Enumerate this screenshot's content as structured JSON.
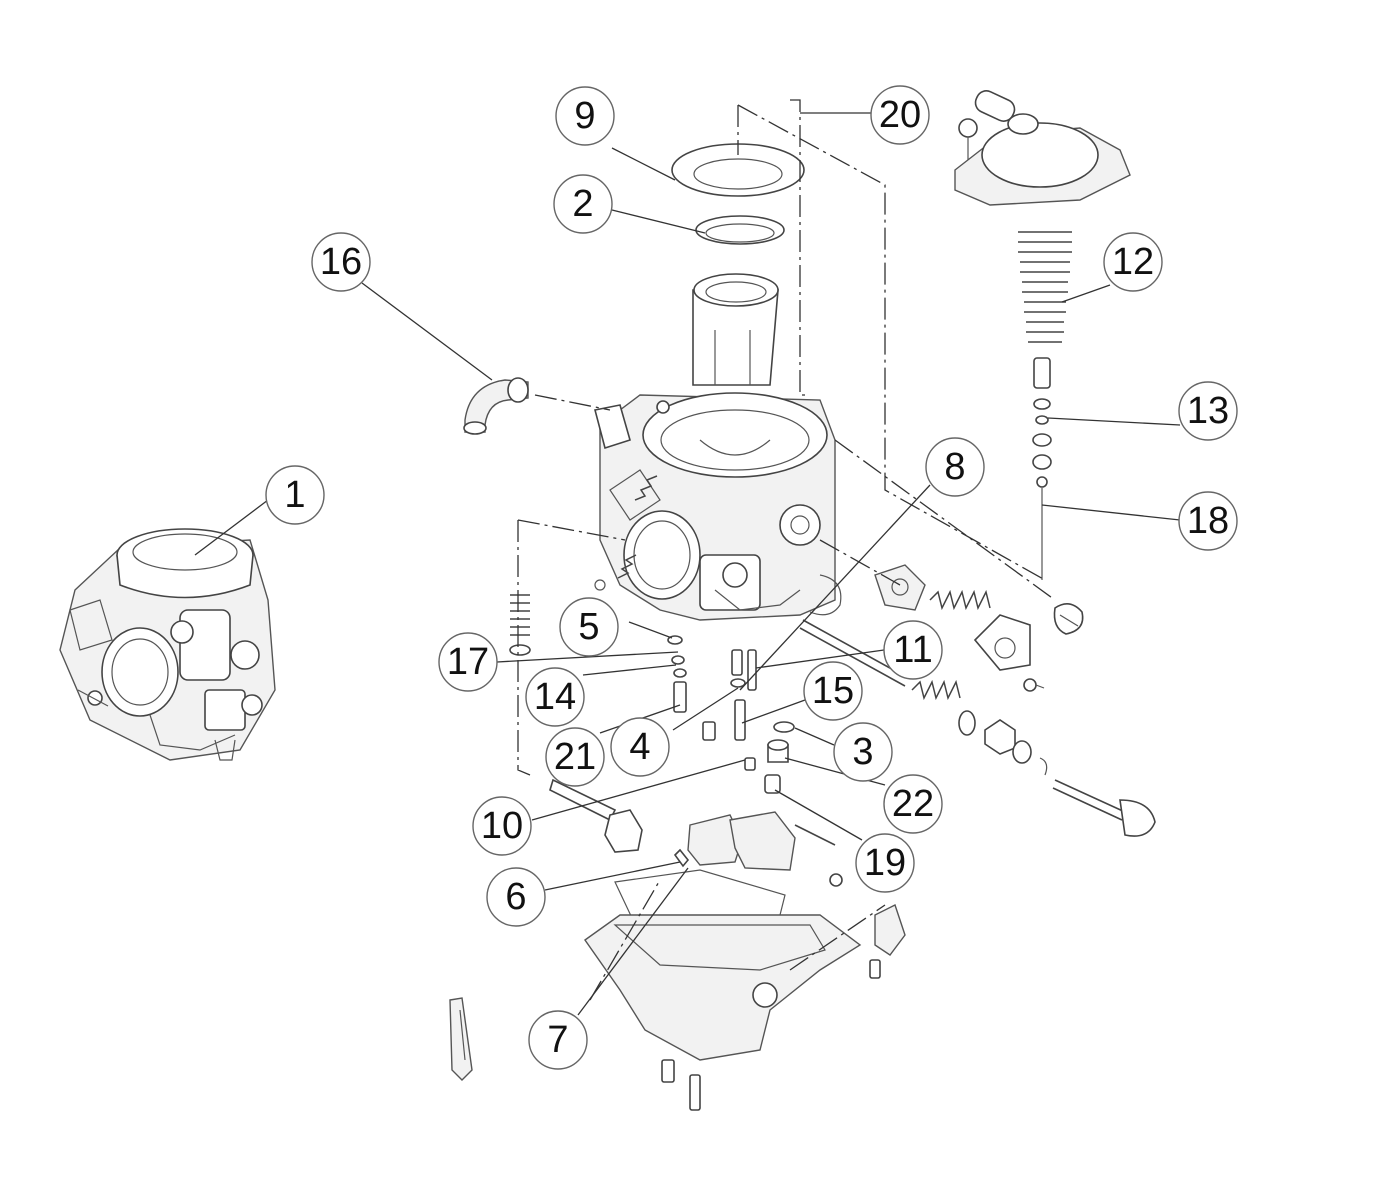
{
  "callouts": [
    {
      "label": "1"
    },
    {
      "label": "2"
    },
    {
      "label": "3"
    },
    {
      "label": "4"
    },
    {
      "label": "5"
    },
    {
      "label": "6"
    },
    {
      "label": "7"
    },
    {
      "label": "8"
    },
    {
      "label": "9"
    },
    {
      "label": "10"
    },
    {
      "label": "11"
    },
    {
      "label": "12"
    },
    {
      "label": "13"
    },
    {
      "label": "14"
    },
    {
      "label": "15"
    },
    {
      "label": "16"
    },
    {
      "label": "17"
    },
    {
      "label": "18"
    },
    {
      "label": "19"
    },
    {
      "label": "20"
    },
    {
      "label": "21"
    },
    {
      "label": "22"
    }
  ],
  "colors": {
    "line": "#444444",
    "background": "#ffffff"
  }
}
